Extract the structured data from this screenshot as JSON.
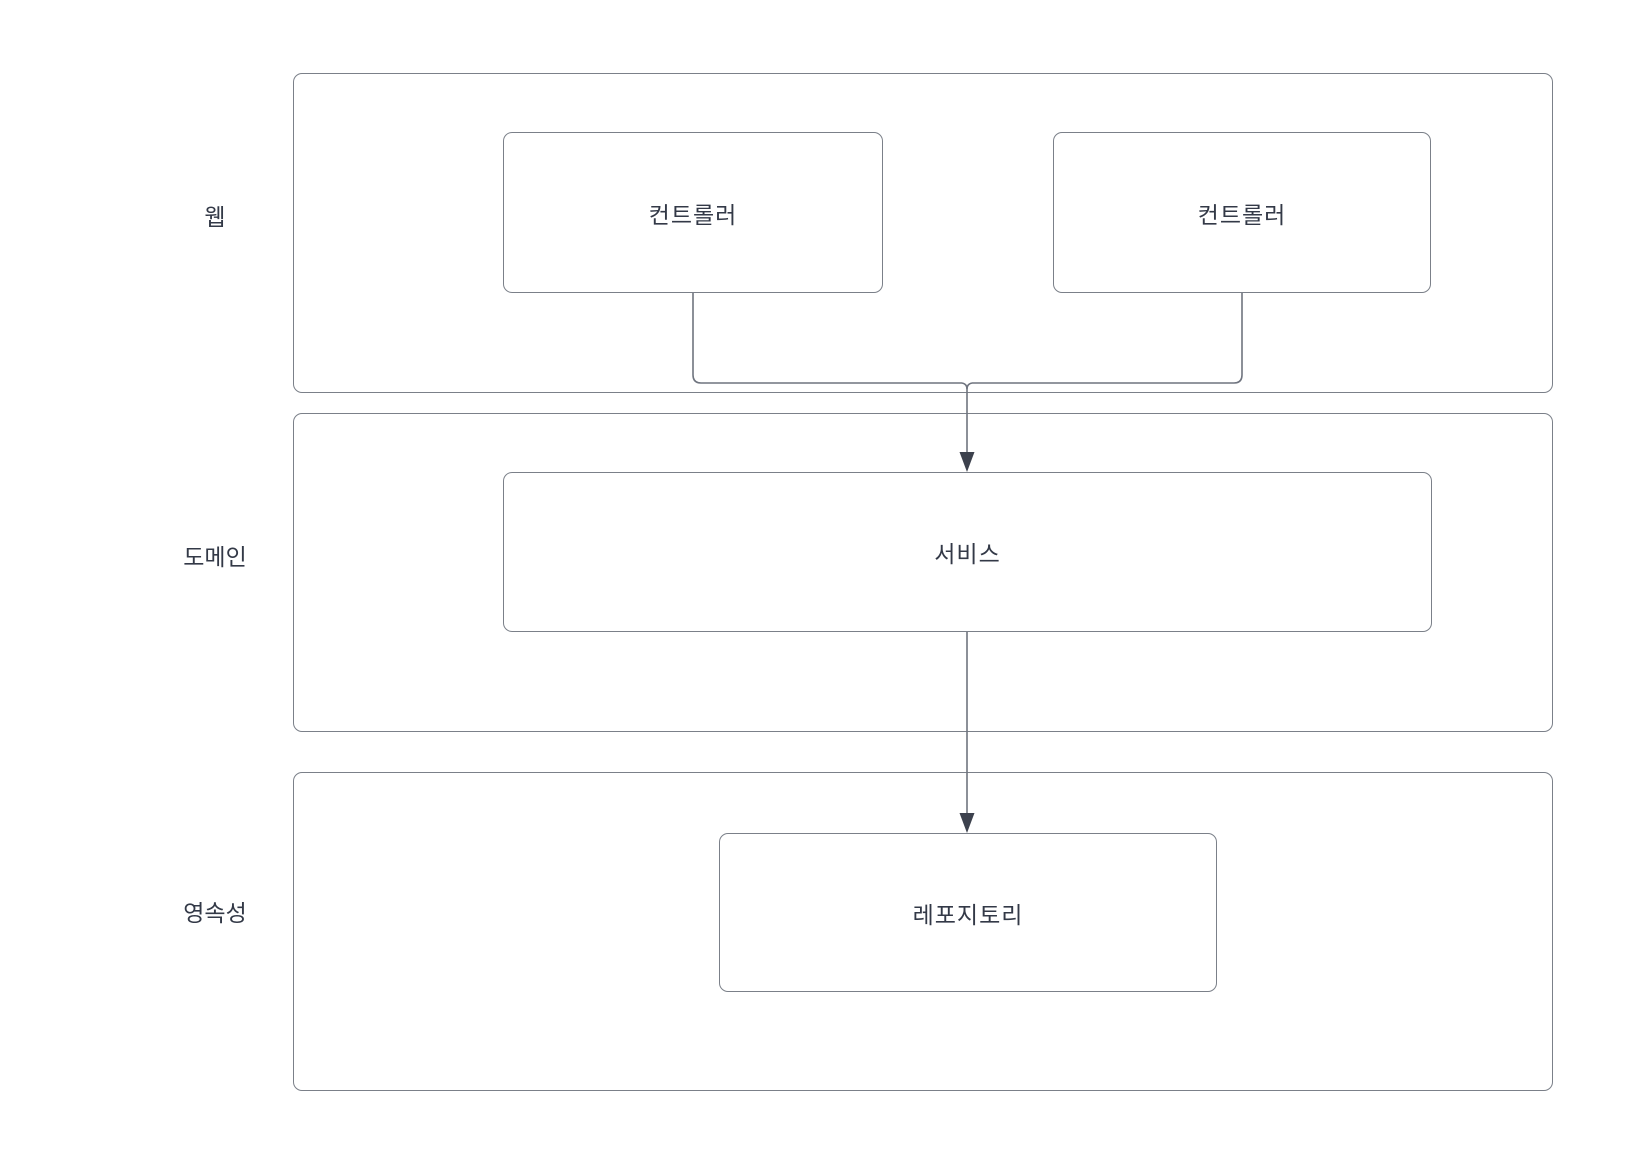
{
  "diagram": {
    "type": "layered-architecture",
    "layers": [
      {
        "id": "web",
        "label": "웹",
        "boxes": [
          {
            "label": "컨트롤러"
          },
          {
            "label": "컨트롤러"
          }
        ]
      },
      {
        "id": "domain",
        "label": "도메인",
        "boxes": [
          {
            "label": "서비스"
          }
        ]
      },
      {
        "id": "persistence",
        "label": "영속성",
        "boxes": [
          {
            "label": "레포지토리"
          }
        ]
      }
    ],
    "connections": [
      {
        "from": "컨트롤러 (left)",
        "to": "서비스",
        "arrow": "down"
      },
      {
        "from": "컨트롤러 (right)",
        "to": "서비스",
        "arrow": "down"
      },
      {
        "from": "서비스",
        "to": "레포지토리",
        "arrow": "down"
      }
    ],
    "colors": {
      "border": "#7b8089",
      "connector": "#6f747f",
      "arrowhead": "#3c414d",
      "text": "#333947",
      "background": "#ffffff"
    }
  }
}
